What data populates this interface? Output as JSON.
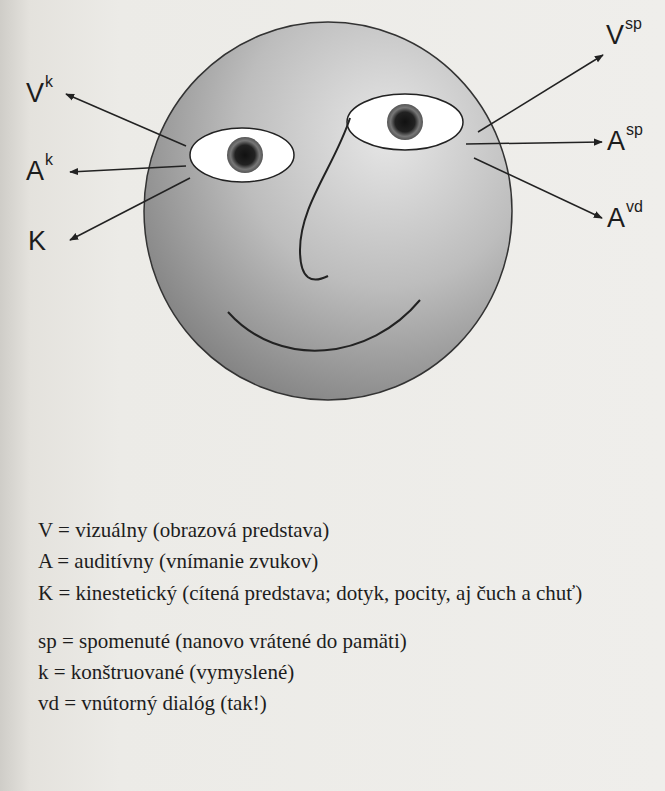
{
  "diagram": {
    "labels": [
      "V",
      "k",
      "A",
      "k",
      "K",
      "V",
      "sp",
      "A",
      "sp",
      "A",
      "vd",
      "V = vizuálny (obrazová predstava)",
      "A = auditívny (vnímanie zvukov)",
      "K = kinestetický (cítená predstava; dotyk, pocity, aj čuch a chuť)",
      "sp = spomenuté (nanovo vrátené do pamäti)",
      "k = konštruované (vymyslené)",
      "vd = vnútorný dialóg (tak!)"
    ]
  }
}
